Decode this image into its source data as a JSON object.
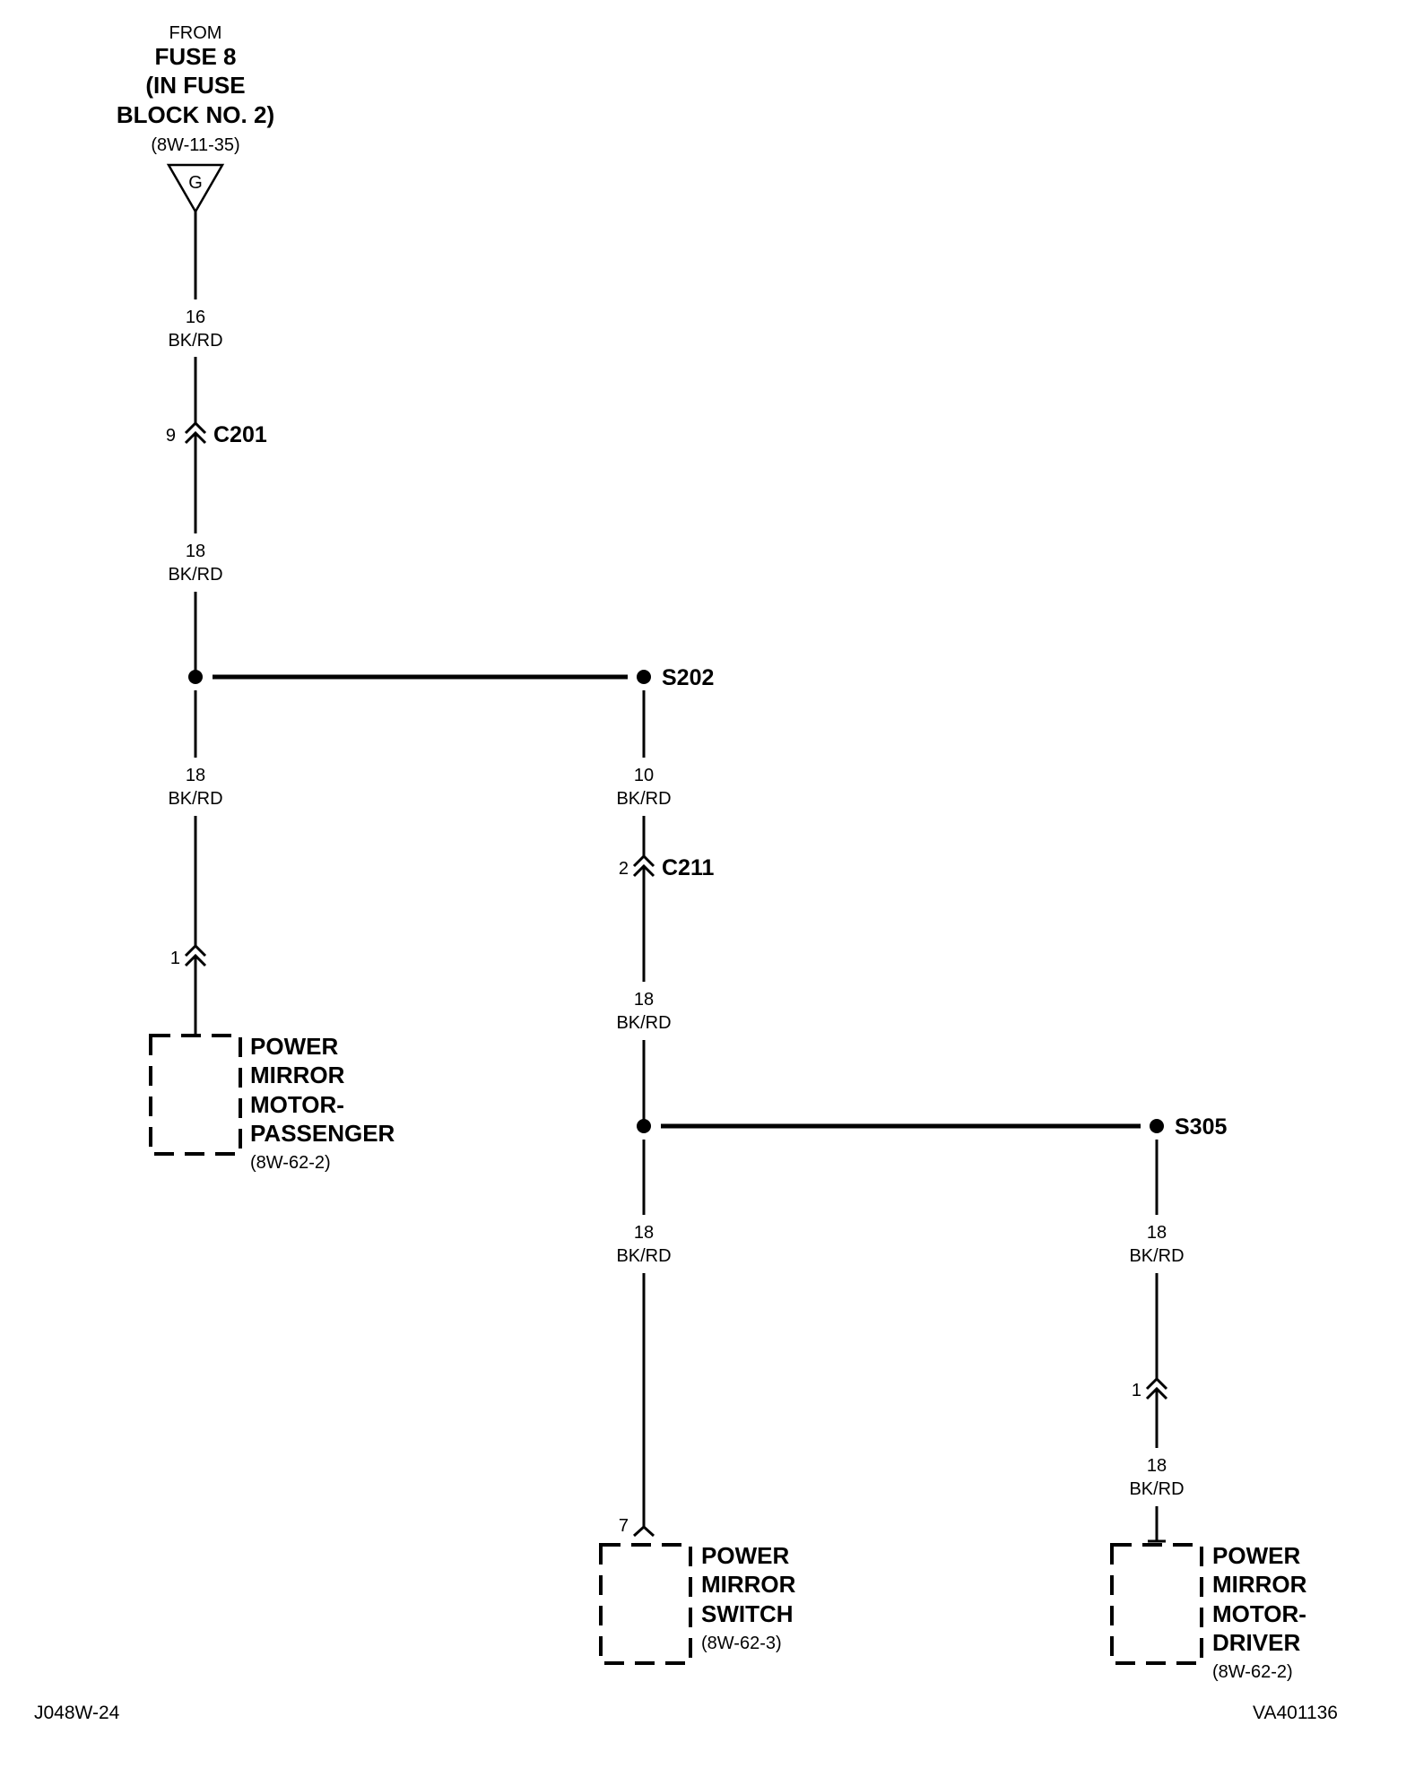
{
  "source": {
    "from_label": "FROM",
    "fuse_line1": "FUSE 8",
    "fuse_line2": "(IN FUSE",
    "fuse_line3": "BLOCK NO. 2)",
    "fuse_ref": "(8W-11-35)",
    "terminal_letter": "G"
  },
  "wires": [
    {
      "gauge": "16",
      "color": "BK/RD"
    },
    {
      "gauge": "18",
      "color": "BK/RD"
    },
    {
      "gauge": "18",
      "color": "BK/RD"
    },
    {
      "gauge": "10",
      "color": "BK/RD"
    },
    {
      "gauge": "18",
      "color": "BK/RD"
    },
    {
      "gauge": "18",
      "color": "BK/RD"
    },
    {
      "gauge": "18",
      "color": "BK/RD"
    },
    {
      "gauge": "18",
      "color": "BK/RD"
    }
  ],
  "connectors": {
    "c201": {
      "name": "C201",
      "pin": "9"
    },
    "c211": {
      "name": "C211",
      "pin": "2"
    },
    "passenger_pin": "1",
    "driver_pin": "1",
    "switch_pin": "7"
  },
  "splices": {
    "s202": "S202",
    "s305": "S305"
  },
  "components": {
    "passenger": {
      "lines": [
        "POWER",
        "MIRROR",
        "MOTOR-",
        "PASSENGER"
      ],
      "ref": "(8W-62-2)"
    },
    "switch": {
      "lines": [
        "POWER",
        "MIRROR",
        "SWITCH"
      ],
      "ref": "(8W-62-3)"
    },
    "driver": {
      "lines": [
        "POWER",
        "MIRROR",
        "MOTOR-",
        "DRIVER"
      ],
      "ref": "(8W-62-2)"
    }
  },
  "footer": {
    "left_code": "J048W-24",
    "right_code": "VA401136"
  }
}
